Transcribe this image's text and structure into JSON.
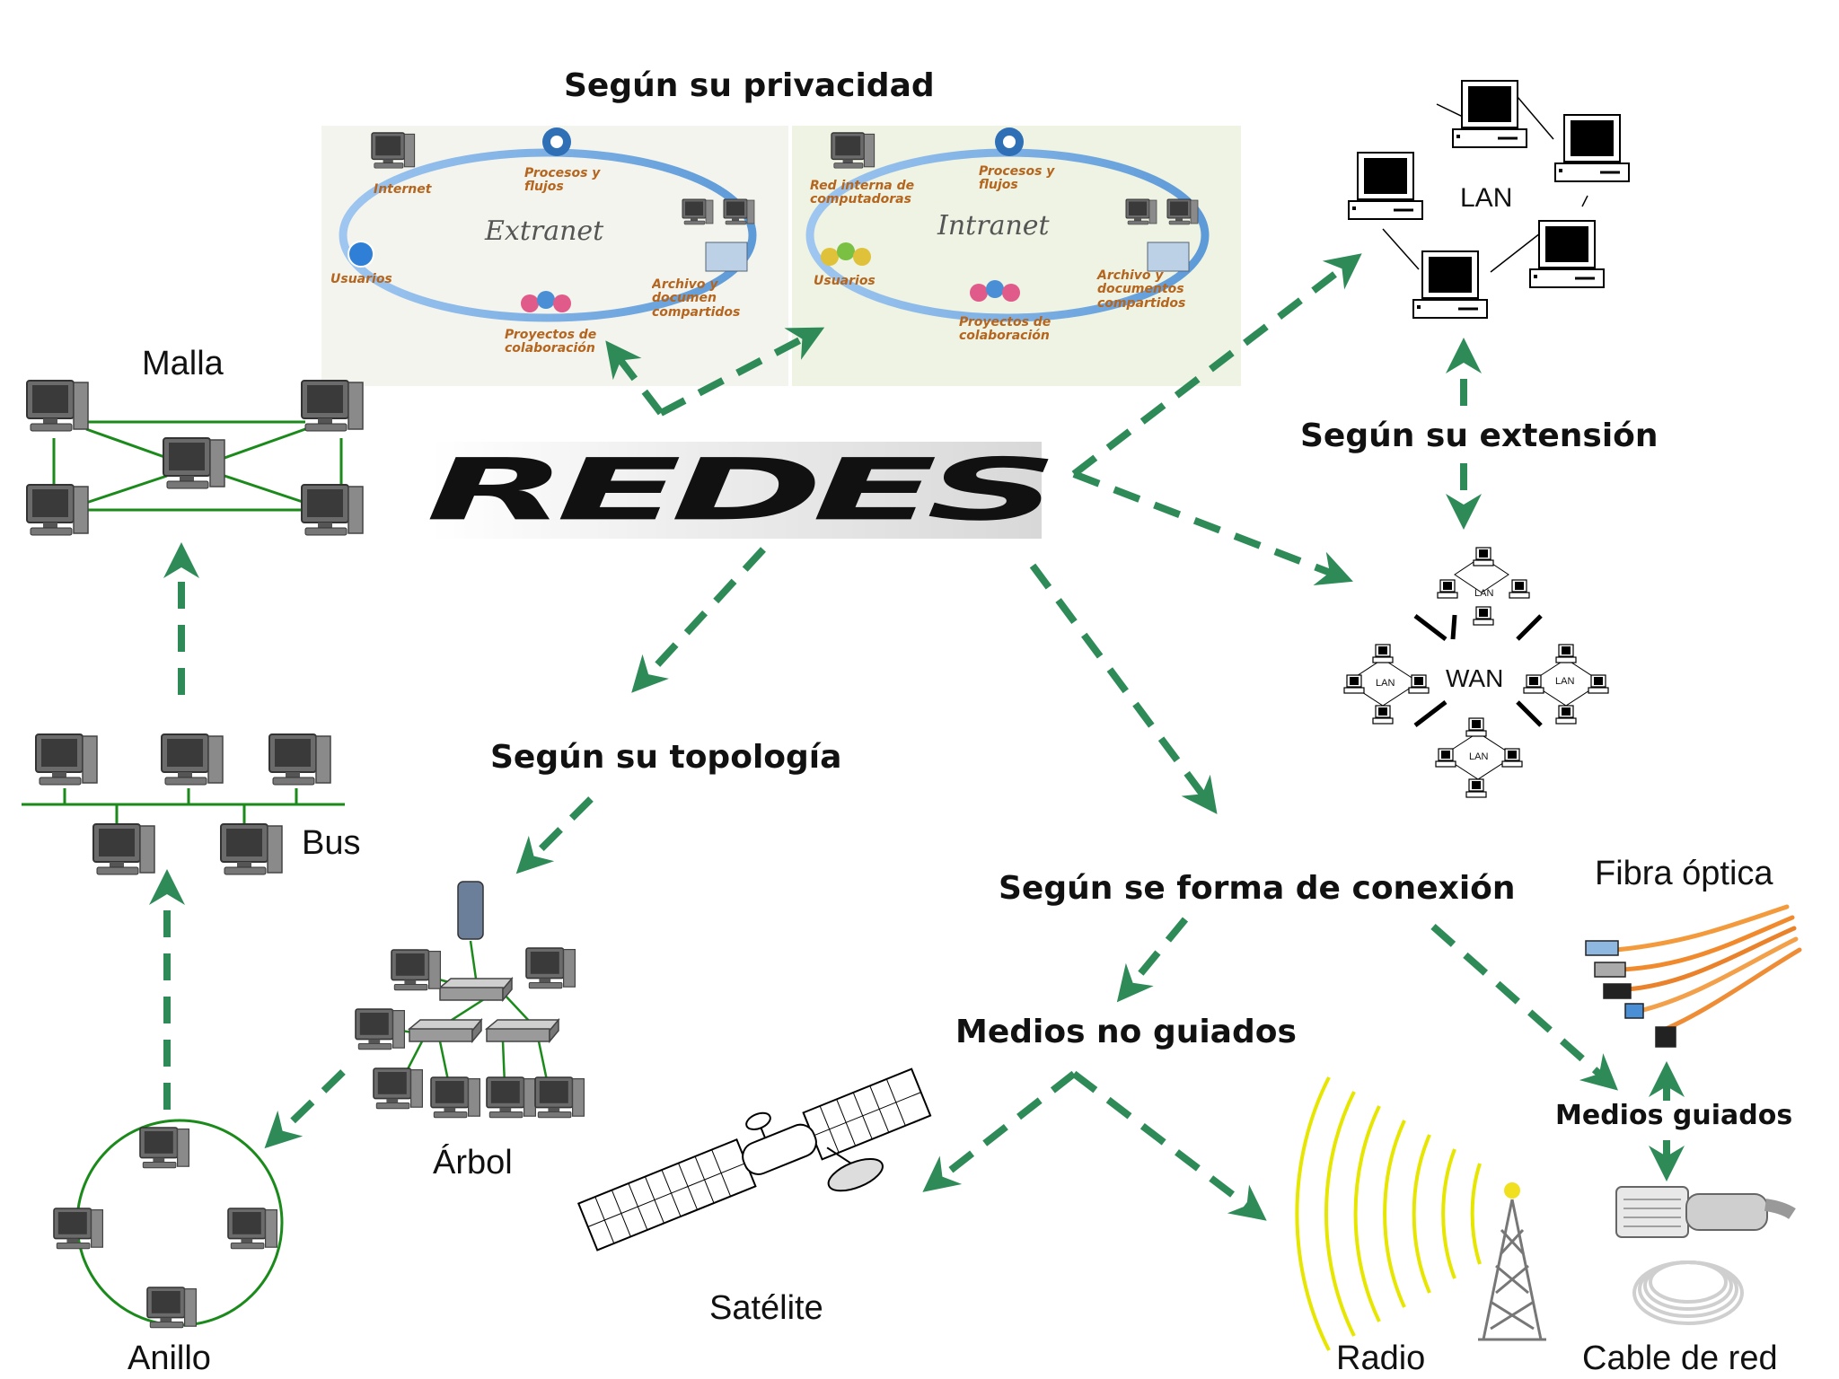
{
  "center": {
    "title": "REDES"
  },
  "categories": {
    "privacy": "Según su privacidad",
    "extension": "Según su extensión",
    "topology": "Según su topología",
    "connection": "Según se forma de conexión"
  },
  "privacy": {
    "extranet": {
      "title": "Extranet",
      "internet": "Internet",
      "procesos": "Procesos y flujos",
      "usuarios": "Usuarios",
      "archivo": "Archivo y documen compartidos",
      "proyectos": "Proyectos de colaboración"
    },
    "intranet": {
      "title": "Intranet",
      "red_interna": "Red interna de computadoras",
      "procesos": "Procesos y flujos",
      "usuarios": "Usuarios",
      "archivo": "Archivo y documentos compartidos",
      "proyectos": "Proyectos de colaboración"
    }
  },
  "extension": {
    "lan": "LAN",
    "wan": "WAN",
    "wan_lan": "LAN"
  },
  "topology": {
    "malla": "Malla",
    "bus": "Bus",
    "arbol": "Árbol",
    "anillo": "Anillo"
  },
  "connection": {
    "no_guiados": "Medios no guiados",
    "guiados": "Medios guiados",
    "satelite": "Satélite",
    "radio": "Radio",
    "fibra": "Fibra óptica",
    "cable": "Cable de red"
  },
  "colors": {
    "arrow": "#2e8b57",
    "link": "#1a8a1a",
    "monitor": "#111111",
    "radio_waves": "#e6e600"
  }
}
